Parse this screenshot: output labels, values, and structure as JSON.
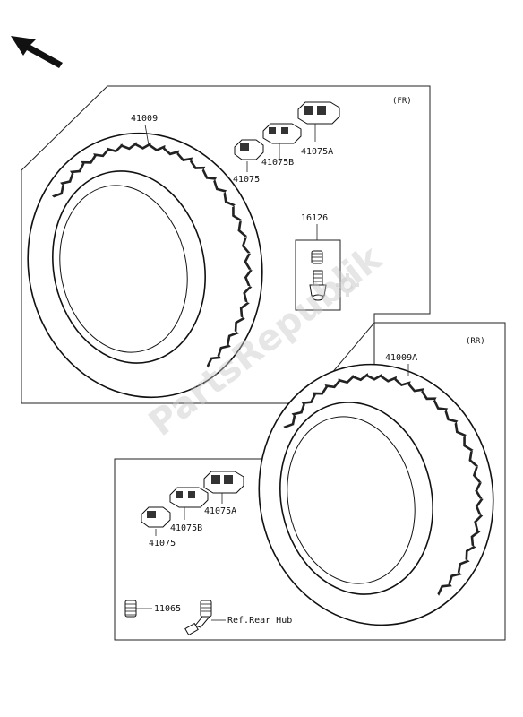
{
  "front": {
    "tag": "(FR)",
    "tire_label": "41009",
    "clip_a": "41075A",
    "clip_b": "41075B",
    "clip": "41075",
    "valve_label": "16126"
  },
  "rear": {
    "tag": "(RR)",
    "tire_label": "41009A",
    "clip_a": "41075A",
    "clip_b": "41075B",
    "clip": "41075",
    "cap_label": "11065",
    "ref_label": "Ref.Rear Hub"
  },
  "watermark": "PartsRepublik",
  "icons": {
    "direction": "arrow-up-left-icon",
    "watermark_logo": "gear-icon"
  }
}
